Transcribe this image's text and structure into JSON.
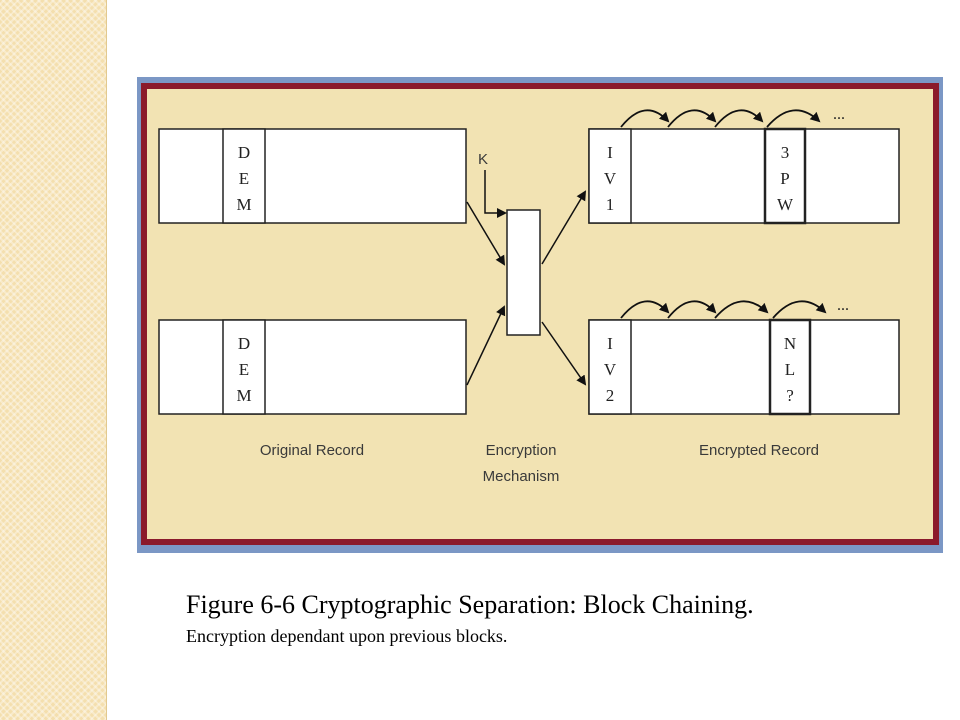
{
  "record_top": {
    "cells": [
      "D",
      "E",
      "M"
    ]
  },
  "record_bottom": {
    "cells": [
      "D",
      "E",
      "M"
    ]
  },
  "key_label": "K",
  "encrypted_top": {
    "iv": [
      "I",
      "V",
      "1"
    ],
    "block": [
      "3",
      "P",
      "W"
    ],
    "ellipsis": "..."
  },
  "encrypted_bottom": {
    "iv": [
      "I",
      "V",
      "2"
    ],
    "block": [
      "N",
      "L",
      "?"
    ],
    "ellipsis": "..."
  },
  "labels": {
    "original": "Original Record",
    "mechanism_line1": "Encryption",
    "mechanism_line2": "Mechanism",
    "encrypted": "Encrypted Record"
  },
  "caption": {
    "title": "Figure 6-6  Cryptographic Separation: Block Chaining.",
    "subtitle": "Encryption dependant upon previous blocks."
  },
  "colors": {
    "frame": "#7b97c5",
    "border": "#8b1a2b",
    "panel": "#f2e3b3",
    "strip": "#f4dfae"
  }
}
